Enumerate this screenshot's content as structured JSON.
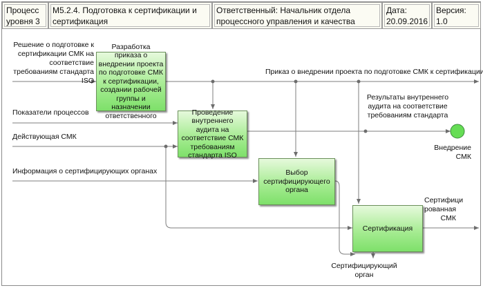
{
  "header": {
    "process_level": "Процесс уровня 3",
    "process_name": "М5.2.4.  Подготовка к сертификации и сертификация",
    "owner": "Ответственный: Начальник отдела процессного управления и качества",
    "date": "Дата: 20.09.2016",
    "version": "Версия: 1.0"
  },
  "inputs": {
    "decision": "Решение о подготовке к сертификации СМК на соответствие требованиям стандарта ISO",
    "indicators": "Показатели процессов",
    "current_qms": "Действующая СМК",
    "cert_info": "Информация о сертифицирующих органах"
  },
  "activities": {
    "order": "Разработка приказа о внедрении проекта по подготовке СМК к сертификации, создании рабочей группы и назначении ответственного",
    "audit": "Проведение внутреннего аудита на соответствие СМК требованиям стандарта ISO",
    "select": "Выбор сертифицирующего органа",
    "cert": "Сертификация"
  },
  "outputs": {
    "order_out": "Приказ о внедрении проекта по подготовке СМК к сертификации",
    "audit_results": "Результаты внутреннего аудита на соответствие требованиям стандарта",
    "implementation": "Внедрение СМК",
    "certified": "Сертифици рованная СМК",
    "cert_body": "Сертифицирующий орган"
  },
  "colors": {
    "activity_fill": "#8fe57a",
    "event": "#66dd55",
    "line": "#7a7a7a"
  }
}
